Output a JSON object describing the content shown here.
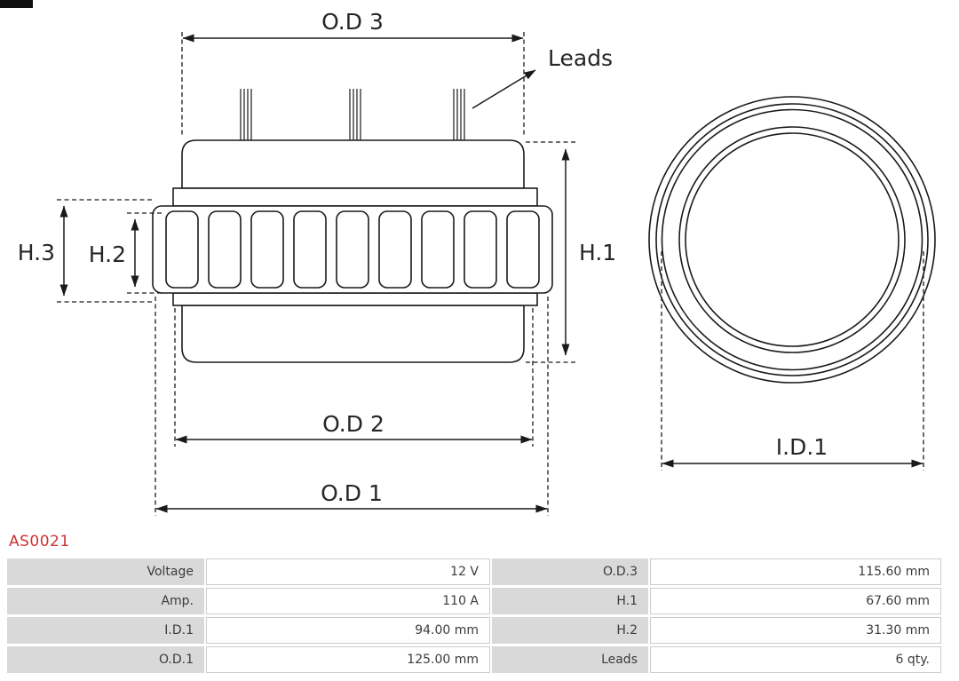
{
  "product_code": "AS0021",
  "diagram": {
    "labels": {
      "od3": "O.D 3",
      "leads": "Leads",
      "h1": "H.1",
      "h2": "H.2",
      "h3": "H.3",
      "od2": "O.D 2",
      "od1": "O.D 1",
      "id1": "I.D.1"
    }
  },
  "table": {
    "rows": [
      {
        "label1": "Voltage",
        "value1": "12 V",
        "label2": "O.D.3",
        "value2": "115.60 mm"
      },
      {
        "label1": "Amp.",
        "value1": "110 A",
        "label2": "H.1",
        "value2": "67.60 mm"
      },
      {
        "label1": "I.D.1",
        "value1": "94.00 mm",
        "label2": "H.2",
        "value2": "31.30 mm"
      },
      {
        "label1": "O.D.1",
        "value1": "125.00 mm",
        "label2": "Leads",
        "value2": "6 qty."
      }
    ]
  },
  "colors": {
    "accent": "#cc3333",
    "table_label_bg": "#d9d9d9",
    "line": "#1a1a1a"
  }
}
